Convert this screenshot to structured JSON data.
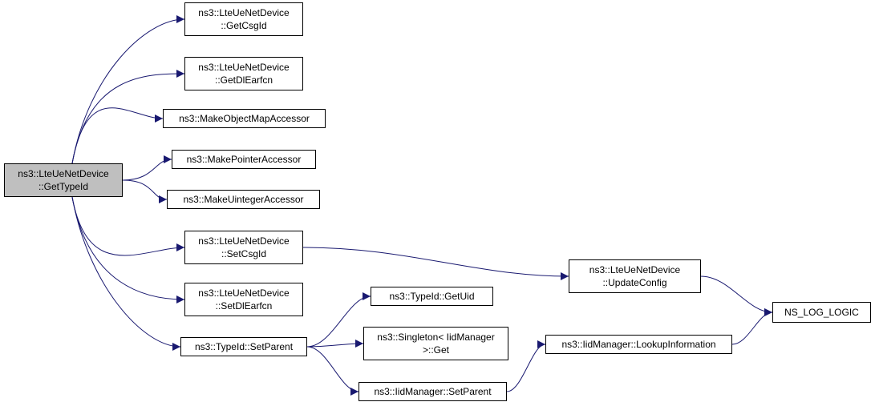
{
  "colors": {
    "edge": "#191970",
    "node_border": "#000000",
    "root_fill": "#bfbfbf",
    "node_fill": "#ffffff"
  },
  "nodes": [
    {
      "id": "getTypeId",
      "lines": [
        "ns3::LteUeNetDevice",
        "::GetTypeId"
      ],
      "root": true
    },
    {
      "id": "getCsgId",
      "lines": [
        "ns3::LteUeNetDevice",
        "::GetCsgId"
      ]
    },
    {
      "id": "getDlEarfcn",
      "lines": [
        "ns3::LteUeNetDevice",
        "::GetDlEarfcn"
      ]
    },
    {
      "id": "makeObjectMap",
      "lines": [
        "ns3::MakeObjectMapAccessor"
      ]
    },
    {
      "id": "makePointer",
      "lines": [
        "ns3::MakePointerAccessor"
      ]
    },
    {
      "id": "makeUinteger",
      "lines": [
        "ns3::MakeUintegerAccessor"
      ]
    },
    {
      "id": "setCsgId",
      "lines": [
        "ns3::LteUeNetDevice",
        "::SetCsgId"
      ]
    },
    {
      "id": "setDlEarfcn",
      "lines": [
        "ns3::LteUeNetDevice",
        "::SetDlEarfcn"
      ]
    },
    {
      "id": "setParent",
      "lines": [
        "ns3::TypeId::SetParent"
      ]
    },
    {
      "id": "updateConfig",
      "lines": [
        "ns3::LteUeNetDevice",
        "::UpdateConfig"
      ]
    },
    {
      "id": "getUid",
      "lines": [
        "ns3::TypeId::GetUid"
      ]
    },
    {
      "id": "singletonGet",
      "lines": [
        "ns3::Singleton< IidManager",
        ">::Get"
      ]
    },
    {
      "id": "iidSetParent",
      "lines": [
        "ns3::IidManager::SetParent"
      ]
    },
    {
      "id": "lookupInfo",
      "lines": [
        "ns3::IidManager::LookupInformation"
      ]
    },
    {
      "id": "nsLogLogic",
      "lines": [
        "NS_LOG_LOGIC"
      ]
    }
  ],
  "edges": [
    {
      "from": "getTypeId",
      "to": "getCsgId"
    },
    {
      "from": "getTypeId",
      "to": "getDlEarfcn"
    },
    {
      "from": "getTypeId",
      "to": "makeObjectMap"
    },
    {
      "from": "getTypeId",
      "to": "makePointer"
    },
    {
      "from": "getTypeId",
      "to": "makeUinteger"
    },
    {
      "from": "getTypeId",
      "to": "setCsgId"
    },
    {
      "from": "getTypeId",
      "to": "setDlEarfcn"
    },
    {
      "from": "getTypeId",
      "to": "setParent"
    },
    {
      "from": "setCsgId",
      "to": "updateConfig"
    },
    {
      "from": "updateConfig",
      "to": "nsLogLogic"
    },
    {
      "from": "setParent",
      "to": "getUid"
    },
    {
      "from": "setParent",
      "to": "singletonGet"
    },
    {
      "from": "setParent",
      "to": "iidSetParent"
    },
    {
      "from": "iidSetParent",
      "to": "lookupInfo"
    },
    {
      "from": "lookupInfo",
      "to": "nsLogLogic"
    }
  ]
}
